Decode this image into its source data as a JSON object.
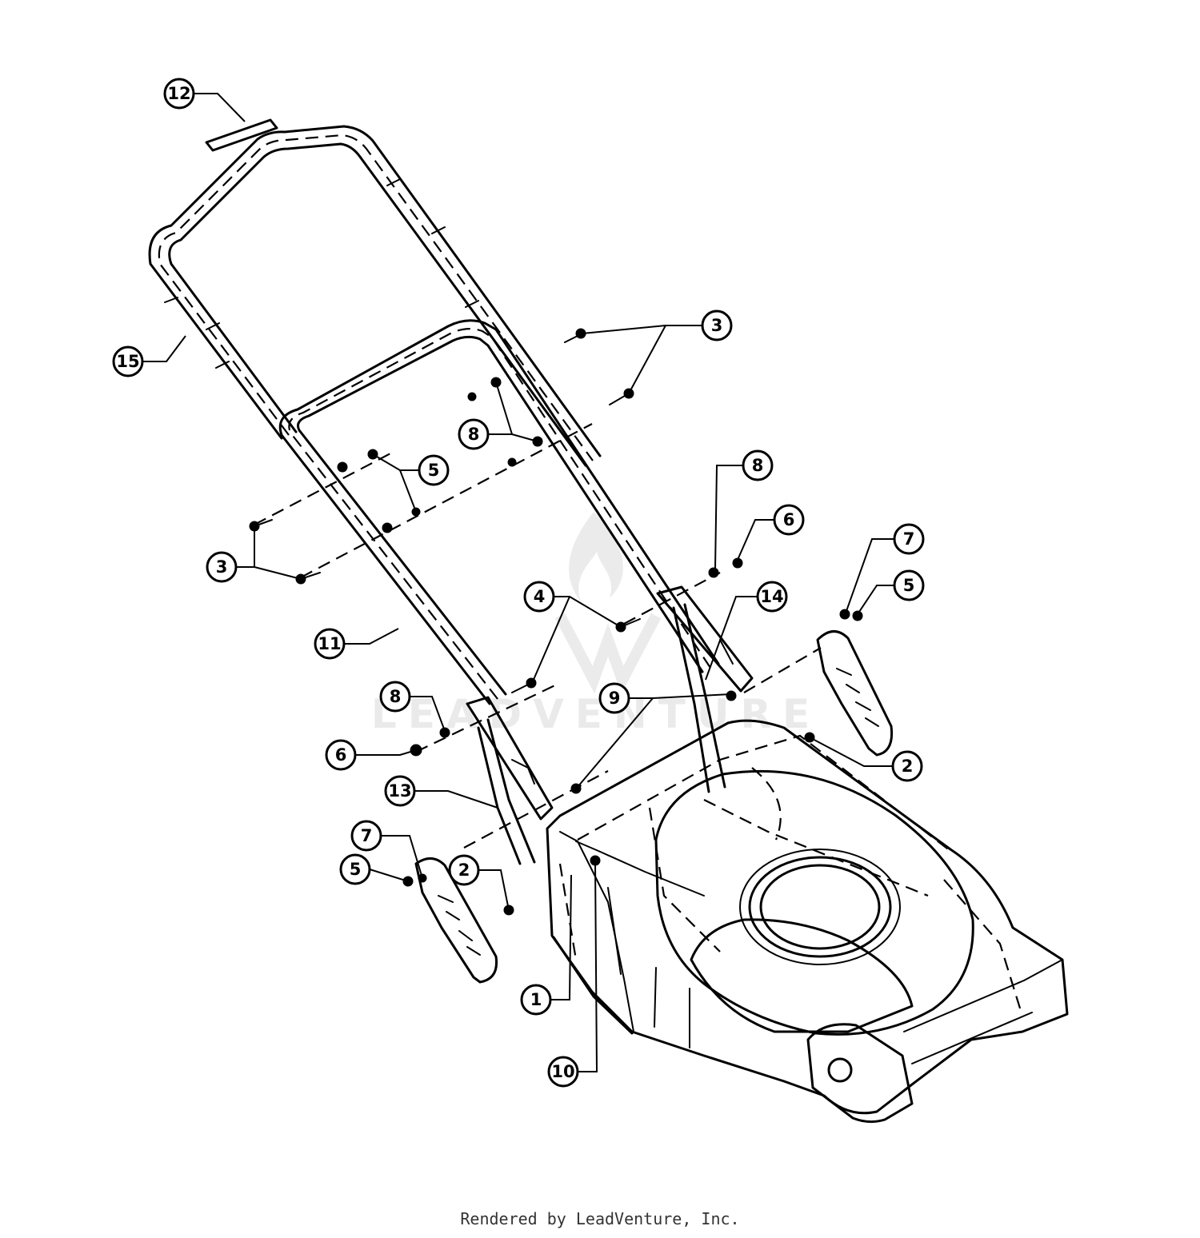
{
  "diagram": {
    "callouts": [
      {
        "id": "c12",
        "label": "12"
      },
      {
        "id": "c15",
        "label": "15"
      },
      {
        "id": "c3a",
        "label": "3"
      },
      {
        "id": "c8a",
        "label": "8"
      },
      {
        "id": "c5a",
        "label": "5"
      },
      {
        "id": "c3b",
        "label": "3"
      },
      {
        "id": "c8b",
        "label": "8"
      },
      {
        "id": "c6a",
        "label": "6"
      },
      {
        "id": "c7a",
        "label": "7"
      },
      {
        "id": "c5b",
        "label": "5"
      },
      {
        "id": "c4",
        "label": "4"
      },
      {
        "id": "c14",
        "label": "14"
      },
      {
        "id": "c11",
        "label": "11"
      },
      {
        "id": "c9",
        "label": "9"
      },
      {
        "id": "c8c",
        "label": "8"
      },
      {
        "id": "c6b",
        "label": "6"
      },
      {
        "id": "c2a",
        "label": "2"
      },
      {
        "id": "c13",
        "label": "13"
      },
      {
        "id": "c7b",
        "label": "7"
      },
      {
        "id": "c2b",
        "label": "2"
      },
      {
        "id": "c5c",
        "label": "5"
      },
      {
        "id": "c1",
        "label": "1"
      },
      {
        "id": "c10",
        "label": "10"
      }
    ],
    "watermark": "LEADVENTURE"
  },
  "footer": {
    "credit": "Rendered by LeadVenture, Inc."
  }
}
